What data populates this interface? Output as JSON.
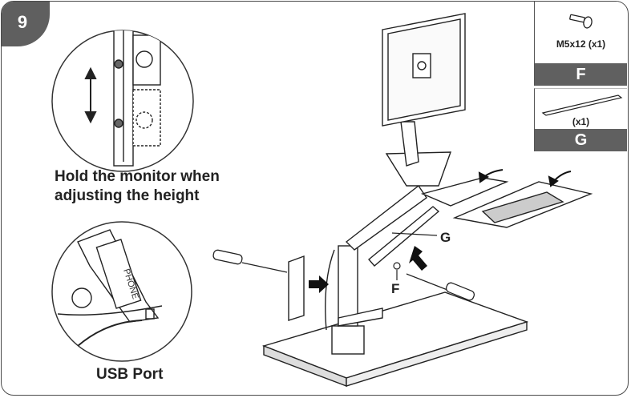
{
  "step": {
    "number": "9"
  },
  "captions": {
    "hold_monitor": "Hold the monitor when adjusting the height",
    "usb_port": "USB Port",
    "phone_label": "PHONE"
  },
  "parts": {
    "f": {
      "qty": "M5x12 (x1)",
      "label": "F"
    },
    "g": {
      "qty": "(x1)",
      "label": "G"
    }
  },
  "callouts": {
    "g": "G",
    "f": "F"
  },
  "icons": [
    "screw-icon",
    "strip-icon",
    "up-down-arrow-icon",
    "screwdriver-icon",
    "arrow-icon"
  ],
  "colors": {
    "badge": "#5f5f5f",
    "part_label": "#606060",
    "line": "#222222"
  }
}
